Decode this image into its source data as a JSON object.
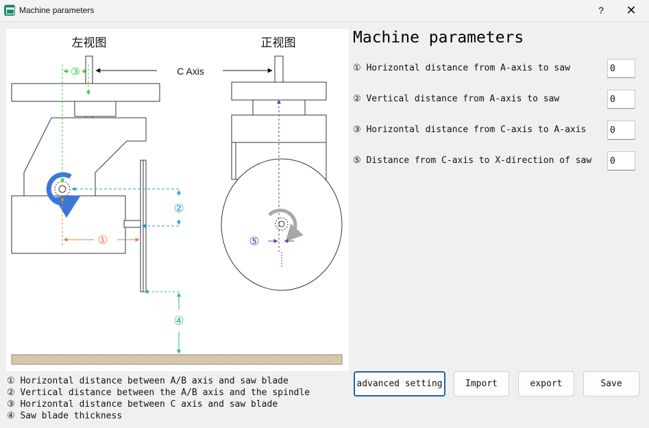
{
  "window": {
    "title": "Machine parameters",
    "help_glyph": "?",
    "close_glyph": "✕"
  },
  "diagram": {
    "left_view_label": "左视图",
    "front_view_label": "正视图",
    "c_axis_label": "C Axis",
    "markers": {
      "m1": "①",
      "m2": "②",
      "m3": "③",
      "m4": "④",
      "m5": "⑤"
    },
    "colors": {
      "orange": "#f07a3c",
      "blue": "#1e9fe0",
      "green": "#3cc83c",
      "teal": "#2db87a",
      "purple": "#6a3aa8",
      "rotate_blue": "#3a78d8",
      "rotate_gray": "#a8a8a8",
      "floor": "#d8c8a8"
    }
  },
  "legend": [
    "① Horizontal distance between A/B axis and saw blade",
    "② Vertical distance between the A/B axis and the spindle",
    "③ Horizontal distance between C axis and saw blade",
    "④ Saw blade thickness"
  ],
  "panel": {
    "title": "Machine parameters",
    "params": [
      {
        "label": "① Horizontal distance from A-axis to saw",
        "value": "0"
      },
      {
        "label": "② Vertical distance from A-axis to saw",
        "value": "0"
      },
      {
        "label": "③ Horizontal distance from C-axis to A-axis",
        "value": "0"
      },
      {
        "label": "⑤ Distance from C-axis to X-direction of saw",
        "value": "0"
      }
    ]
  },
  "buttons": {
    "advanced": "advanced setting",
    "import": "Import",
    "export": "export",
    "save": "Save"
  }
}
